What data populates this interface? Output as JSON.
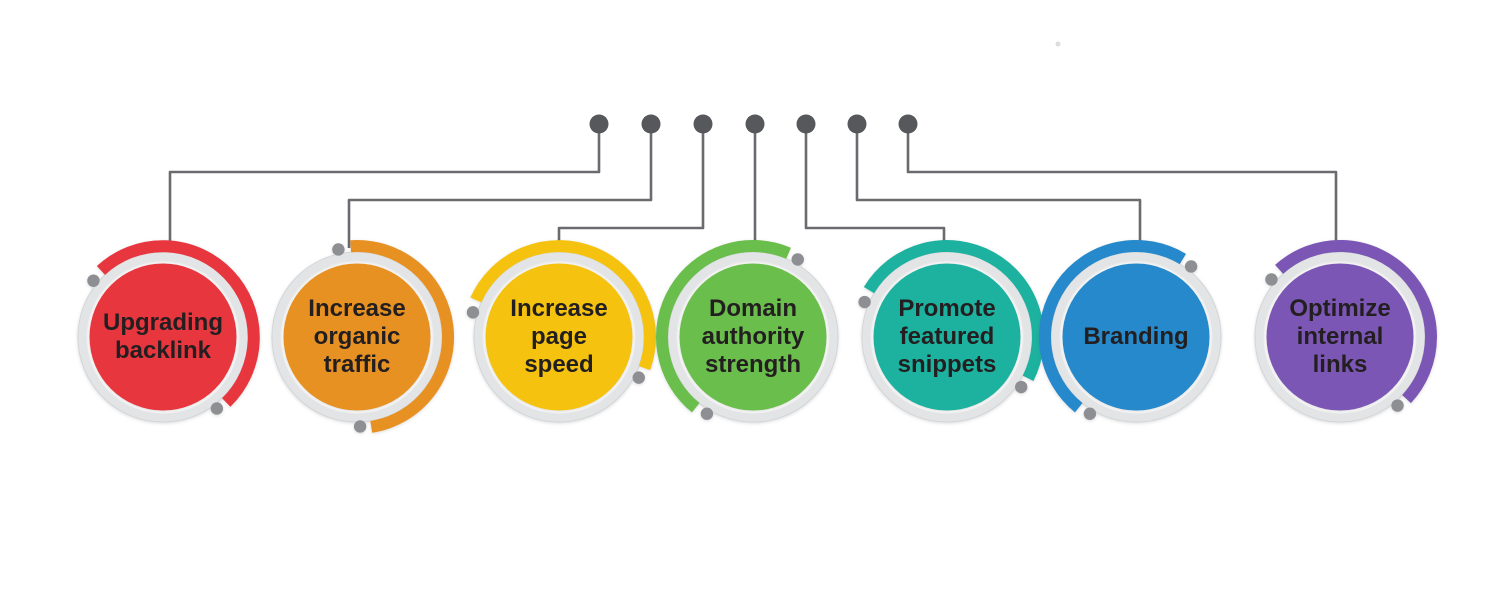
{
  "page": {
    "background": "#ffffff"
  },
  "diagram": {
    "type": "labeled-circle-map",
    "connector_color": "#6a6b6e",
    "top_dot_color": "#57585b",
    "ring_color": "#e2e4e6",
    "ring_edge_color": "#d2d5d7",
    "ring_dot_color": "#8d8f92",
    "label_color": "#231f20",
    "items": [
      {
        "id": "upgrading-backlink",
        "label": "Upgrading backlink",
        "lines": [
          "Upgrading",
          "backlink"
        ],
        "color": "#e8363f"
      },
      {
        "id": "increase-organic-traffic",
        "label": "Increase organic traffic",
        "lines": [
          "Increase",
          "organic",
          "traffic"
        ],
        "color": "#e79122"
      },
      {
        "id": "increase-page-speed",
        "label": "Increase page speed",
        "lines": [
          "Increase",
          "page",
          "speed"
        ],
        "color": "#f5c30f"
      },
      {
        "id": "domain-authority-strength",
        "label": "Domain authority strength",
        "lines": [
          "Domain",
          "authority",
          "strength"
        ],
        "color": "#6abe4b"
      },
      {
        "id": "promote-featured-snippets",
        "label": "Promote featured snippets",
        "lines": [
          "Promote",
          "featured",
          "snippets"
        ],
        "color": "#1db2a0"
      },
      {
        "id": "branding",
        "label": "Branding",
        "lines": [
          "Branding"
        ],
        "color": "#2589cb"
      },
      {
        "id": "optimize-internal-links",
        "label": "Optimize internal links",
        "lines": [
          "Optimize",
          "internal",
          "links"
        ],
        "color": "#7b56b5"
      }
    ]
  }
}
